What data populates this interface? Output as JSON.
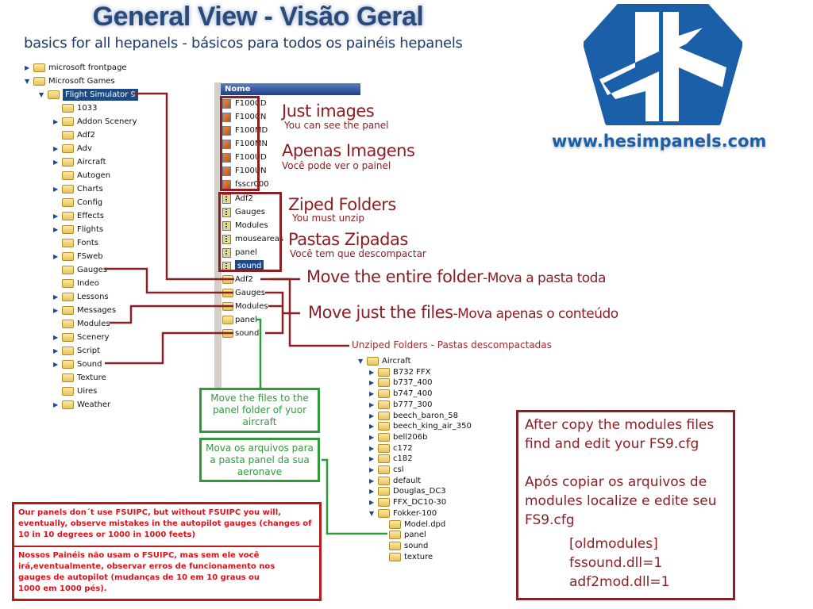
{
  "title": "General View - Visão Geral",
  "subtitle": "basics for all hepanels - básicos para todos os painéis hepanels",
  "website": "www.hesimpanels.com",
  "logo_colors": {
    "primary": "#1a5fa8",
    "accent": "#ffffff"
  },
  "left_tree": [
    {
      "label": "microsoft frontpage",
      "level": 0,
      "arrow": "collapsed"
    },
    {
      "label": "Microsoft Games",
      "level": 0,
      "arrow": "expanded"
    },
    {
      "label": "Flight Simulator 9",
      "level": 1,
      "arrow": "expanded",
      "selected": true
    },
    {
      "label": "1033",
      "level": 2,
      "arrow": ""
    },
    {
      "label": "Addon Scenery",
      "level": 2,
      "arrow": "collapsed"
    },
    {
      "label": "Adf2",
      "level": 2,
      "arrow": ""
    },
    {
      "label": "Adv",
      "level": 2,
      "arrow": "collapsed"
    },
    {
      "label": "Aircraft",
      "level": 2,
      "arrow": "collapsed"
    },
    {
      "label": "Autogen",
      "level": 2,
      "arrow": ""
    },
    {
      "label": "Charts",
      "level": 2,
      "arrow": "collapsed"
    },
    {
      "label": "Config",
      "level": 2,
      "arrow": ""
    },
    {
      "label": "Effects",
      "level": 2,
      "arrow": "collapsed"
    },
    {
      "label": "Flights",
      "level": 2,
      "arrow": "collapsed"
    },
    {
      "label": "Fonts",
      "level": 2,
      "arrow": ""
    },
    {
      "label": "FSweb",
      "level": 2,
      "arrow": "collapsed"
    },
    {
      "label": "Gauges",
      "level": 2,
      "arrow": ""
    },
    {
      "label": "Indeo",
      "level": 2,
      "arrow": ""
    },
    {
      "label": "Lessons",
      "level": 2,
      "arrow": "collapsed"
    },
    {
      "label": "Messages",
      "level": 2,
      "arrow": "collapsed"
    },
    {
      "label": "Modules",
      "level": 2,
      "arrow": ""
    },
    {
      "label": "Scenery",
      "level": 2,
      "arrow": "collapsed"
    },
    {
      "label": "Script",
      "level": 2,
      "arrow": "collapsed"
    },
    {
      "label": "Sound",
      "level": 2,
      "arrow": "collapsed"
    },
    {
      "label": "Texture",
      "level": 2,
      "arrow": ""
    },
    {
      "label": "Uires",
      "level": 2,
      "arrow": ""
    },
    {
      "label": "Weather",
      "level": 2,
      "arrow": "collapsed"
    }
  ],
  "file_list": {
    "header": "Nome",
    "images": [
      "F100CD",
      "F100CN",
      "F100MD",
      "F100MN",
      "F100UD",
      "F100UN",
      "fsscr000"
    ],
    "zips": [
      "Adf2",
      "Gauges",
      "Modules",
      "mouseareas",
      "panel",
      "sound"
    ],
    "zip_selected": "sound",
    "folders": [
      "Adf2",
      "Gauges",
      "Modules",
      "panel",
      "sound"
    ]
  },
  "annotations": {
    "just_images": "Just images",
    "just_images_sub": "You can see the panel",
    "apenas_imagens": "Apenas Imagens",
    "apenas_imagens_sub": "Você pode ver o painel",
    "ziped": "Ziped Folders",
    "ziped_sub": "You must unzip",
    "zipadas": "Pastas Zipadas",
    "zipadas_sub": "Você tem que descompactar",
    "move_entire": "Move the entire folder",
    "move_entire_pt": "-Mova a pasta toda",
    "move_files": "Move just the files",
    "move_files_pt": "-Mova apenas o conteúdo",
    "unziped": "Unziped Folders - Pastas descompactadas"
  },
  "green_boxes": [
    "Move the files to the panel folder of yuor aircraft",
    "Mova os arquivos para a pasta panel da sua aeronave"
  ],
  "aircraft_tree": [
    {
      "label": "Aircraft",
      "level": 0,
      "arrow": "expanded"
    },
    {
      "label": "B732 FFX",
      "level": 1,
      "arrow": "collapsed"
    },
    {
      "label": "b737_400",
      "level": 1,
      "arrow": "collapsed"
    },
    {
      "label": "b747_400",
      "level": 1,
      "arrow": "collapsed"
    },
    {
      "label": "b777_300",
      "level": 1,
      "arrow": "collapsed"
    },
    {
      "label": "beech_baron_58",
      "level": 1,
      "arrow": "collapsed"
    },
    {
      "label": "beech_king_air_350",
      "level": 1,
      "arrow": "collapsed"
    },
    {
      "label": "bell206b",
      "level": 1,
      "arrow": "collapsed"
    },
    {
      "label": "c172",
      "level": 1,
      "arrow": "collapsed"
    },
    {
      "label": "c182",
      "level": 1,
      "arrow": "collapsed"
    },
    {
      "label": "csl",
      "level": 1,
      "arrow": "collapsed"
    },
    {
      "label": "default",
      "level": 1,
      "arrow": "collapsed"
    },
    {
      "label": "Douglas_DC3",
      "level": 1,
      "arrow": "collapsed"
    },
    {
      "label": "FFX_DC10-30",
      "level": 1,
      "arrow": "collapsed"
    },
    {
      "label": "Fokker-100",
      "level": 1,
      "arrow": "expanded"
    },
    {
      "label": "Model.dpd",
      "level": 2,
      "arrow": ""
    },
    {
      "label": "panel",
      "level": 2,
      "arrow": ""
    },
    {
      "label": "sound",
      "level": 2,
      "arrow": ""
    },
    {
      "label": "texture",
      "level": 2,
      "arrow": ""
    }
  ],
  "notes": {
    "en": "Our panels don´t use FSUIPC, but without FSUIPC you will, eventually, observe mistakes in the autopilot gauges (changes of 10 in 10 degrees or 1000 in 1000 feets)",
    "pt": "Nossos Painéis não usam o FSUIPC, mas sem ele você irá,eventualmente, observar erros de funcionamento nos gauges de autopilot (mudanças de 10 em 10 graus ou 1000 em 1000 pés)."
  },
  "config_box": {
    "en": "After copy the modules files find and edit your FS9.cfg",
    "pt": "Após copiar os arquivos de modules localize e edite seu FS9.cfg",
    "lines": [
      "[oldmodules]",
      "fssound.dll=1",
      "adf2mod.dll=1"
    ]
  }
}
